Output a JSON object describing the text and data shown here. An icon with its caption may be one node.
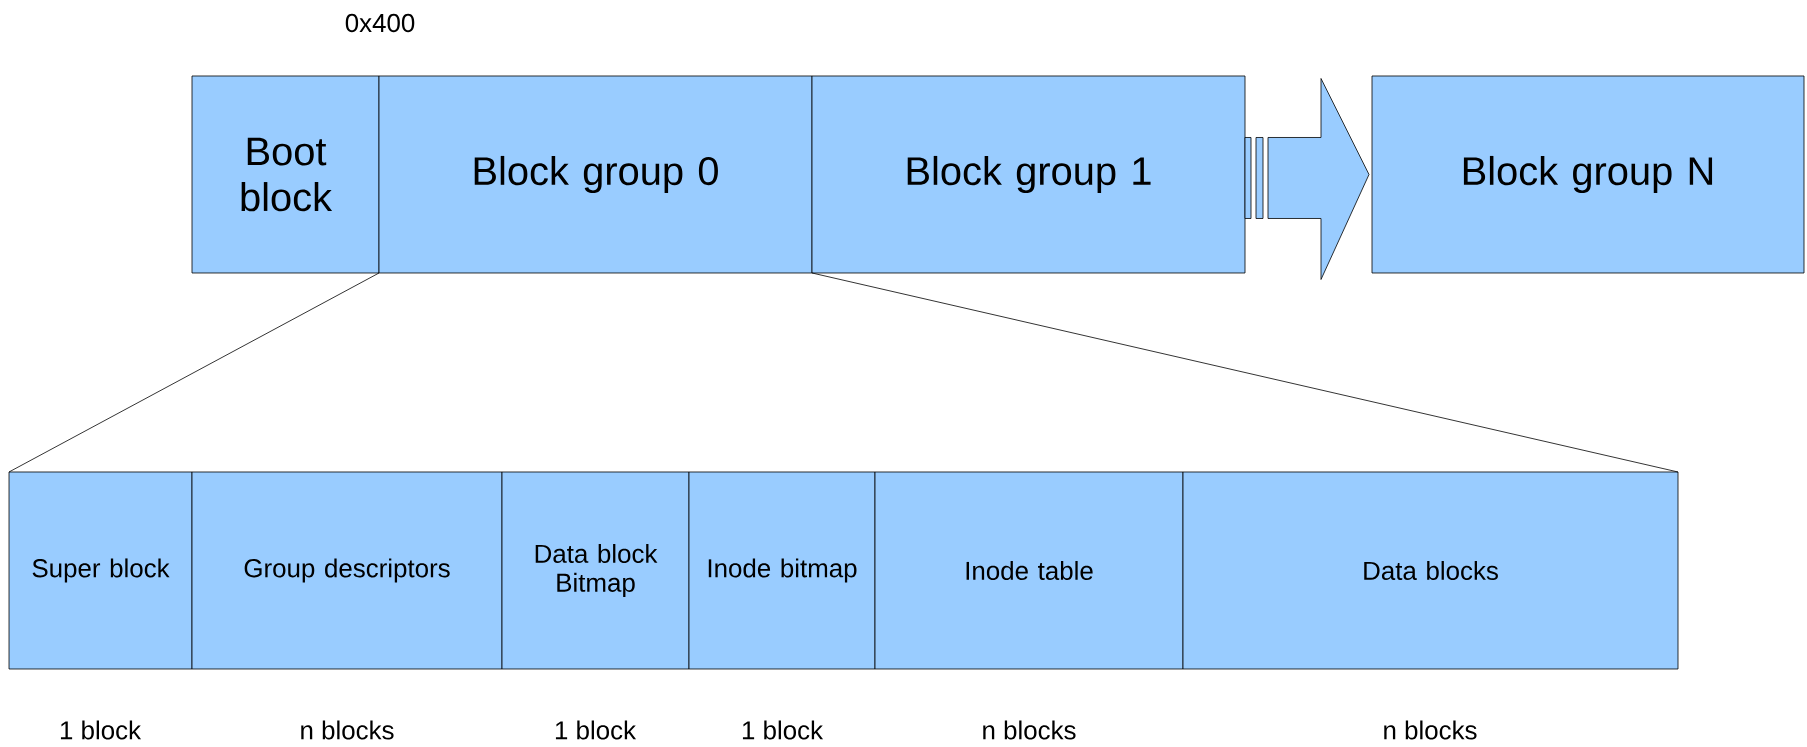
{
  "diagram": {
    "nodes": [
      {
        "text": [
          "Boot block"
        ]
      },
      {
        "text": [
          "Block group 0"
        ]
      },
      {
        "text": [
          "Block group 1"
        ]
      },
      {
        "text": [
          "Block group N"
        ]
      },
      {
        "text": [
          "Super block"
        ],
        "beside": [
          "1 block"
        ]
      },
      {
        "text": [
          "Group descriptors"
        ],
        "beside": [
          "n blocks"
        ]
      },
      {
        "text": [
          "Data block Bitmap"
        ],
        "beside": [
          "1 block"
        ]
      },
      {
        "text": [
          "Inode bitmap"
        ],
        "beside": [
          "1 block"
        ]
      },
      {
        "text": [
          "Inode table"
        ],
        "beside": [
          "n blocks"
        ]
      },
      {
        "text": [
          "Data blocks"
        ],
        "beside": [
          "n blocks"
        ]
      }
    ],
    "edges": [
      {
        "from": 2,
        "to": 3,
        "arrow": "to"
      },
      {
        "from": 1,
        "to": 4,
        "arrow": "none"
      },
      {
        "from": 1,
        "to": 9,
        "arrow": "none"
      }
    ],
    "labels": [
      "0x400"
    ]
  }
}
